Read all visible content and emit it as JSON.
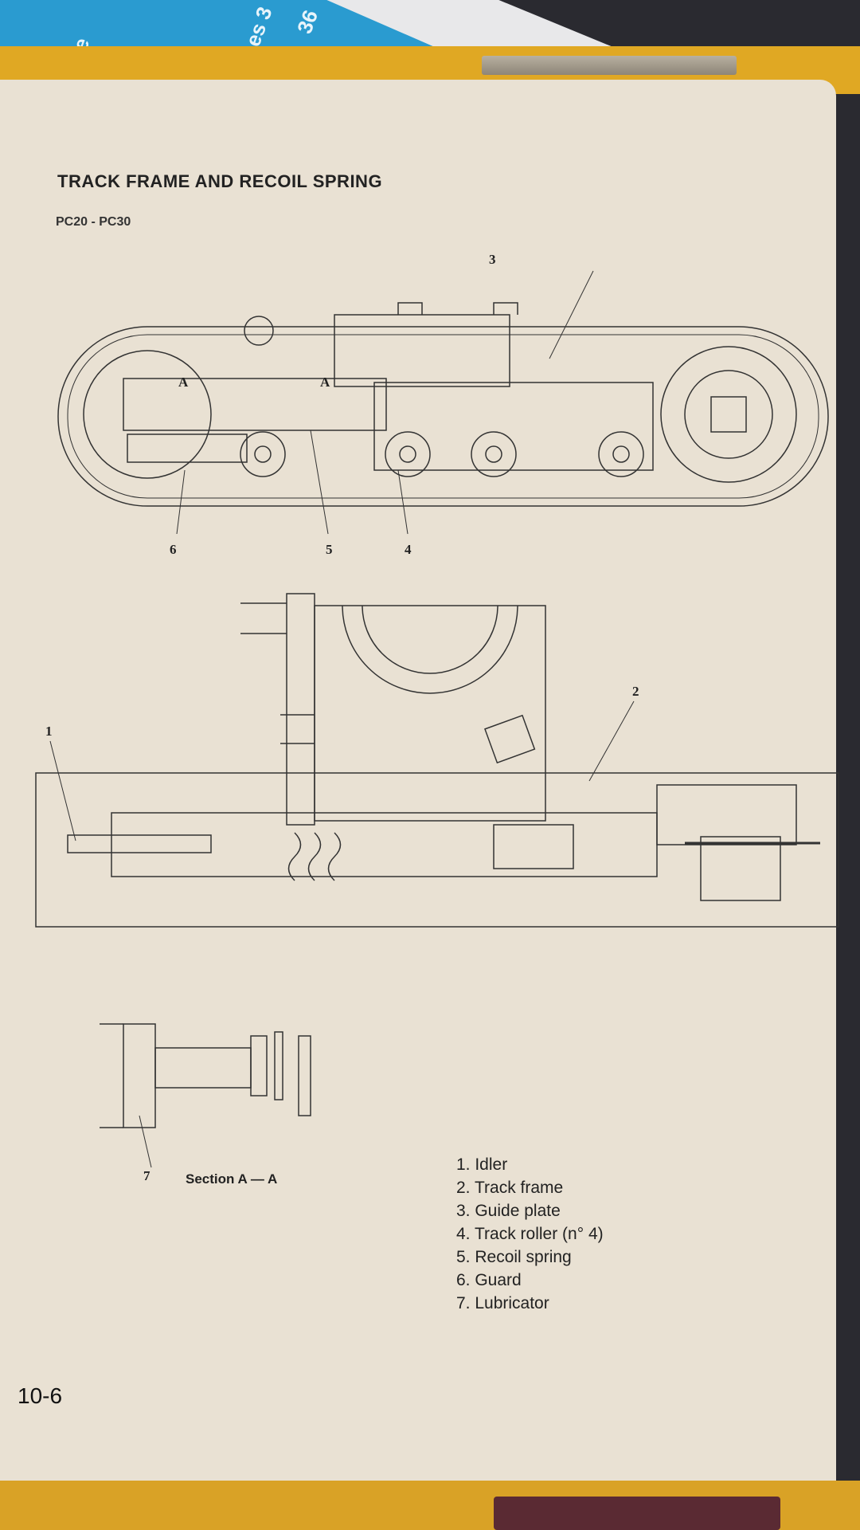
{
  "cover": {
    "texts": [
      "e",
      "es 3",
      "36"
    ]
  },
  "page": {
    "title": "TRACK FRAME AND RECOIL SPRING",
    "model": "PC20 - PC30",
    "figure_callouts": {
      "c1": "1",
      "c2": "2",
      "c3": "3",
      "c4": "4",
      "c5": "5",
      "c6": "6",
      "c7": "7",
      "sectionA1": "A",
      "sectionA2": "A"
    },
    "section_label": "Section A — A",
    "legend": [
      "1. Idler",
      "2. Track frame",
      "3. Guide plate",
      "4. Track roller (n° 4)",
      "5. Recoil spring",
      "6. Guard",
      "7. Lubricator"
    ],
    "page_number": "10-6"
  }
}
